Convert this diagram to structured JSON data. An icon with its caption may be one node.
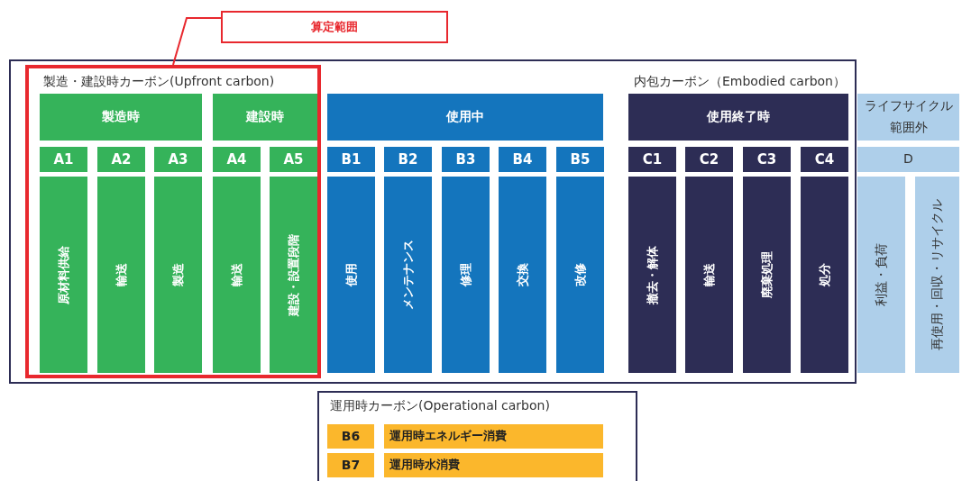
{
  "diagram": {
    "nodes": [
      {
        "text": [
          "算定範囲"
        ]
      },
      {
        "text": [
          "内包カーボン（Embodied carbon）"
        ]
      },
      {
        "text": [
          "製造・建設時カーボン(Upfront carbon)"
        ],
        "in": 1
      },
      {
        "text": [
          "製造時"
        ],
        "in": 2
      },
      {
        "text": [
          "建設時"
        ],
        "in": 2
      },
      {
        "text": [
          "A1"
        ],
        "in": 2
      },
      {
        "text": [
          "A2"
        ],
        "in": 2
      },
      {
        "text": [
          "A3"
        ],
        "in": 2
      },
      {
        "text": [
          "A4"
        ],
        "in": 2
      },
      {
        "text": [
          "A5"
        ],
        "in": 2
      },
      {
        "text": [
          "原材料供給"
        ],
        "in": 2
      },
      {
        "text": [
          "輸送"
        ],
        "in": 2
      },
      {
        "text": [
          "製造"
        ],
        "in": 2
      },
      {
        "text": [
          "輸送"
        ],
        "in": 2
      },
      {
        "text": [
          "建設・設置段階"
        ],
        "in": 2
      },
      {
        "text": [
          "使用中"
        ],
        "in": 1
      },
      {
        "text": [
          "B1"
        ],
        "in": 1
      },
      {
        "text": [
          "B2"
        ],
        "in": 1
      },
      {
        "text": [
          "B3"
        ],
        "in": 1
      },
      {
        "text": [
          "B4"
        ],
        "in": 1
      },
      {
        "text": [
          "B5"
        ],
        "in": 1
      },
      {
        "text": [
          "使用"
        ],
        "in": 1
      },
      {
        "text": [
          "メンテナンス"
        ],
        "in": 1
      },
      {
        "text": [
          "修理"
        ],
        "in": 1
      },
      {
        "text": [
          "交換"
        ],
        "in": 1
      },
      {
        "text": [
          "改修"
        ],
        "in": 1
      },
      {
        "text": [
          "使用終了時"
        ],
        "in": 1
      },
      {
        "text": [
          "C1"
        ],
        "in": 1
      },
      {
        "text": [
          "C2"
        ],
        "in": 1
      },
      {
        "text": [
          "C3"
        ],
        "in": 1
      },
      {
        "text": [
          "C4"
        ],
        "in": 1
      },
      {
        "text": [
          "撤去・解体"
        ],
        "in": 1
      },
      {
        "text": [
          "輸送"
        ],
        "in": 1
      },
      {
        "text": [
          "廃棄処理"
        ],
        "in": 1
      },
      {
        "text": [
          "処分"
        ],
        "in": 1
      },
      {
        "text": [
          "ライフサイクル範囲外"
        ]
      },
      {
        "text": [
          "D"
        ]
      },
      {
        "text": [
          "利益・負荷"
        ]
      },
      {
        "text": [
          "再使用・回収・リサイクル"
        ]
      },
      {
        "text": [
          "運用時カーボン(Operational carbon)"
        ]
      },
      {
        "text": [
          "B6"
        ],
        "in": 39
      },
      {
        "text": [
          "運用時エネルギー消費"
        ],
        "in": 39
      },
      {
        "text": [
          "B7"
        ],
        "in": 39
      },
      {
        "text": [
          "運用時水消費"
        ],
        "in": 39
      }
    ],
    "edges": [
      {
        "from": 0,
        "to": 2,
        "arrow": "none"
      }
    ]
  }
}
